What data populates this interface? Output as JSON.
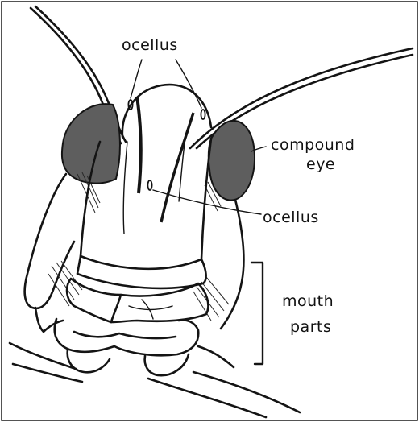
{
  "labels": {
    "ocellus_top": "ocellus",
    "compound_eye_line1": "compound",
    "compound_eye_line2": "eye",
    "ocellus_middle": "ocellus",
    "mouth_parts_line1": "mouth",
    "mouth_parts_line2": "parts"
  },
  "colors": {
    "ink": "#141414",
    "eye_fill": "#5e5e5e",
    "paper": "#ffffff"
  }
}
